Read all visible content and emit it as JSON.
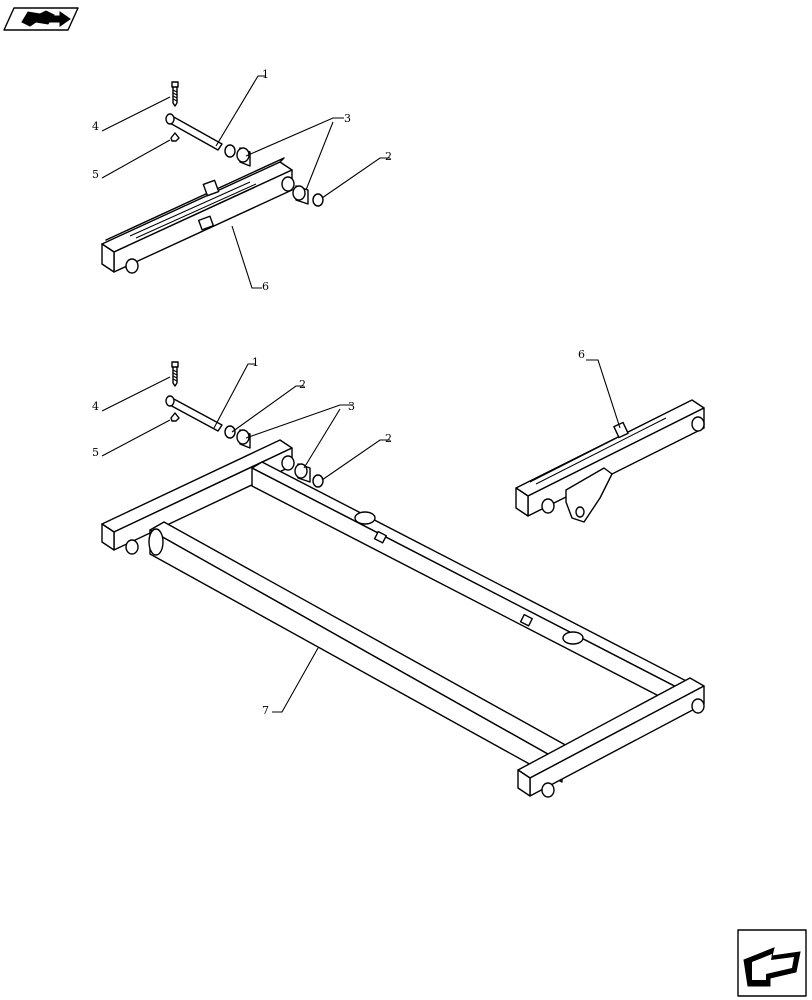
{
  "callouts": {
    "top": {
      "pin": "1",
      "washer": "2",
      "bushings": "3",
      "bolt": "4",
      "nut": "5",
      "beam": "6"
    },
    "bottom": {
      "pin": "1",
      "washer_left": "2",
      "bushings": "3",
      "washer_right": "2",
      "bolt": "4",
      "nut": "5",
      "beam": "6",
      "frame": "7"
    }
  },
  "icons": {
    "top_left": "open-book-arrow-icon",
    "bottom_right": "next-page-arrow-icon"
  }
}
